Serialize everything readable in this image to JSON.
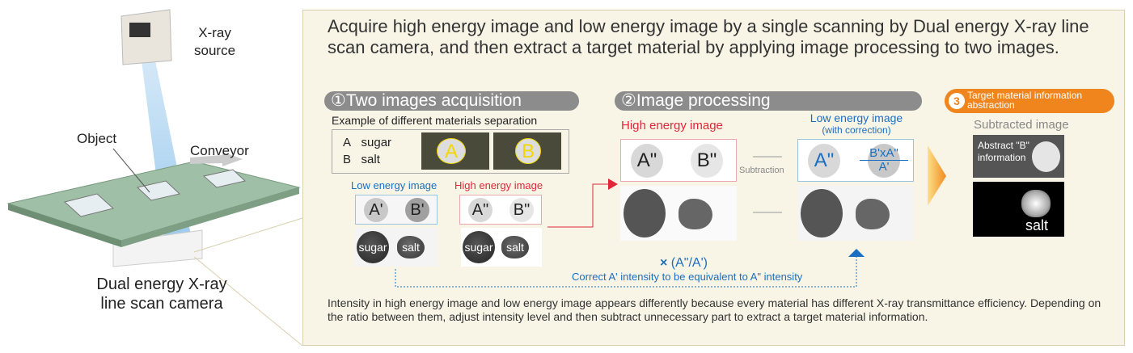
{
  "left": {
    "xray_source": "X-ray\nsource",
    "object": "Object",
    "conveyor": "Conveyor",
    "camera": "Dual energy X-ray\nline scan camera"
  },
  "headline": "Acquire high energy image and low energy image by a single scanning by Dual energy X-ray line scan camera, and then extract a target material by applying image processing to two images.",
  "step1": {
    "title": "①Two images acquisition",
    "example": "Example of different materials separation",
    "legend": [
      {
        "k": "A",
        "v": "sugar"
      },
      {
        "k": "B",
        "v": "salt"
      }
    ],
    "photo_labels": [
      "A",
      "B"
    ],
    "low_label": "Low energy image",
    "high_label": "High energy image",
    "low_circles": [
      "A'",
      "B'"
    ],
    "high_circles": [
      "A\"",
      "B\""
    ],
    "blob_labels": [
      "sugar",
      "salt"
    ]
  },
  "step2": {
    "title": "②Image processing",
    "high_label": "High energy image",
    "low_label": "Low energy image",
    "low_sub": "(with correction)",
    "high_circles": [
      "A\"",
      "B\""
    ],
    "low_circle_a": "A\"",
    "frac_num": "B'xA\"",
    "frac_den": "A'",
    "subtraction": "Subtraction",
    "formula": "(A\"/A')",
    "correct_note": "Correct A' intensity to be equivalent to A\" intensity"
  },
  "step3": {
    "num": "3",
    "title": "Target material information abstraction",
    "subtracted": "Subtracted image",
    "abstract": "Abstract \"B\"\ninformation",
    "salt": "salt"
  },
  "footer": "Intensity in high energy image and low energy image appears differently because every material has different X-ray transmittance efficiency. Depending on the ratio between them, adjust intensity level and then subtract unnecessary part to extract a target material information.",
  "colors": {
    "blue": "#1a6fc0",
    "red": "#e0283a",
    "orange": "#f0851e",
    "panel": "#f8f4e6"
  }
}
